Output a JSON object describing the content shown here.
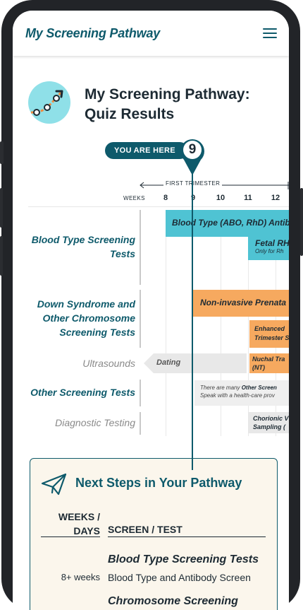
{
  "header": {
    "brand": "My Screening Pathway"
  },
  "hero": {
    "title_line1": "My Screening Pathway:",
    "title_line2": "Quiz Results"
  },
  "marker": {
    "label": "YOU ARE HERE",
    "week": "9"
  },
  "timeline": {
    "trimester": "FIRST TRIMESTER",
    "weeks_label": "WEEKS",
    "weeks": [
      "8",
      "9",
      "10",
      "11",
      "12"
    ]
  },
  "rows": [
    {
      "label_line1": "Blood Type Screening",
      "label_line2": "Tests"
    },
    {
      "label_line1": "Down Syndrome and",
      "label_line2": "Other Chromosome",
      "label_line3": "Screening Tests"
    },
    {
      "label": "Ultrasounds"
    },
    {
      "label": "Other Screening Tests"
    },
    {
      "label": "Diagnostic Testing"
    }
  ],
  "bars": {
    "blood_type": "Blood Type (ABO, RhD) Antib",
    "fetal_rhd": "Fetal RH",
    "fetal_rhd_note": "Only for Rh",
    "nipt": "Non-invasive Prenata",
    "enhanced_line1": "Enhanced",
    "enhanced_line2": "Trimester S",
    "dating": "Dating",
    "nuchal_line1": "Nuchal Tra",
    "nuchal_line2": "(NT)",
    "other_note_pre": "There are many ",
    "other_note_bold": "Other Screen",
    "other_note_line2": "Speak with a health-care prov",
    "chorionic_line1": "Chorionic V",
    "chorionic_line2": "Sampling ("
  },
  "next_steps": {
    "title": "Next Steps in Your Pathway",
    "col_weeks_line1": "WEEKS /",
    "col_weeks_line2": "DAYS",
    "col_test": "SCREEN / TEST",
    "sections": [
      {
        "title": "Blood Type Screening Tests",
        "weeks": "8+ weeks",
        "test": "Blood Type and Antibody Screen"
      },
      {
        "title": "Chromosome Screening"
      }
    ]
  },
  "colors": {
    "brand": "#0e5a6b",
    "teal_bar": "#4fc3d3",
    "orange_bar": "#f6a95f",
    "card_bg": "#fbf6ec"
  }
}
